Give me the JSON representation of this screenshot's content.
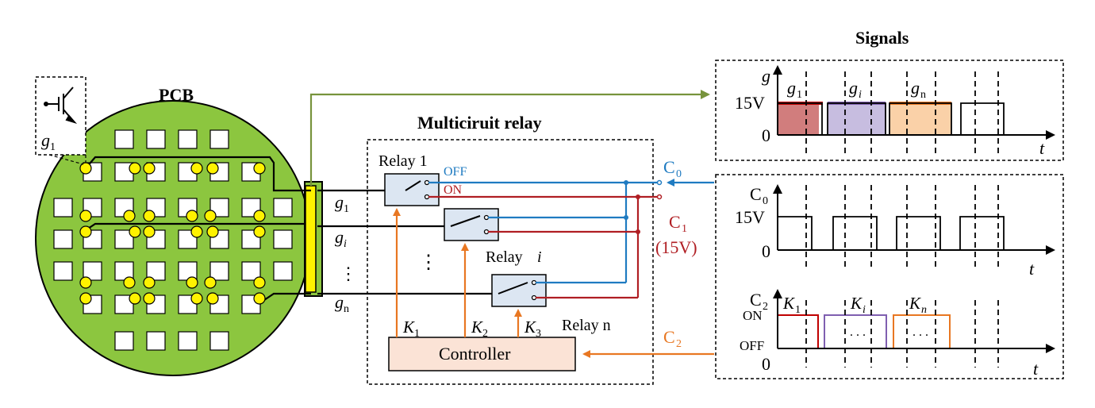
{
  "titles": {
    "pcb": "PCB",
    "relay_block": "Multiciruit relay",
    "signals": "Signals"
  },
  "inset": {
    "gate_label": "g",
    "gate_sub": "1"
  },
  "pcb_outputs": {
    "g1_main": "g",
    "g1_sub": "1",
    "gi_main": "g",
    "gi_sub": "i",
    "dots": "⋮",
    "gn_main": "g",
    "gn_sub": "n"
  },
  "relays": {
    "relay1": "Relay 1",
    "relayi_main": "Relay ",
    "relayi_sub": "i",
    "relayn": "Relay n",
    "off_label": "OFF",
    "on_label": "ON",
    "vdots": "⋮"
  },
  "controller": {
    "label": "Controller",
    "k1_main": "K",
    "k1_sub": "1",
    "k2_main": "K",
    "k2_sub": "2",
    "k3_main": "K",
    "k3_sub": "3"
  },
  "inputs": {
    "c0_main": "C",
    "c0_sub": "0",
    "c1_main": "C",
    "c1_sub": "1",
    "c1_value": "(15V)",
    "c2_main": "C",
    "c2_sub": "2"
  },
  "plot_g": {
    "ylabel": "g",
    "y_high": "15V",
    "y_zero": "0",
    "xlabel": "t",
    "lab1_main": "g",
    "lab1_sub": "1",
    "labi_main": "g",
    "labi_sub": "i",
    "labn_main": "g",
    "labn_sub": "n"
  },
  "plot_c0": {
    "ylabel_main": "C",
    "ylabel_sub": "0",
    "y_high": "15V",
    "y_zero": "0",
    "xlabel": "t"
  },
  "plot_c2": {
    "ylabel_main": "C",
    "ylabel_sub": "2",
    "y_on": "ON",
    "y_off": "OFF",
    "y_zero": "0",
    "xlabel": "t",
    "k1_main": "K",
    "k1_sub": "1",
    "ki_main": "K",
    "ki_sub": "i",
    "kn_main": "K",
    "kn_sub": "n",
    "dots_i": ". . .",
    "dots_n": ". . ."
  },
  "colors": {
    "pcb_fill": "#8CC63F",
    "pad_yellow": "#FFF200",
    "relay_fill": "#DCE6F2",
    "controller_fill": "#FBE3D6",
    "wire_blue": "#1F7BC1",
    "wire_red": "#B01E23",
    "wire_orange": "#E87722",
    "arrow_green": "#77933C",
    "g1_fill": "#C65D5D",
    "gi_fill": "#B4A7D6",
    "gn_fill": "#F9C999",
    "g1_line": "#C00000",
    "gi_line": "#7F5FB0",
    "gn_line": "#E87722"
  }
}
